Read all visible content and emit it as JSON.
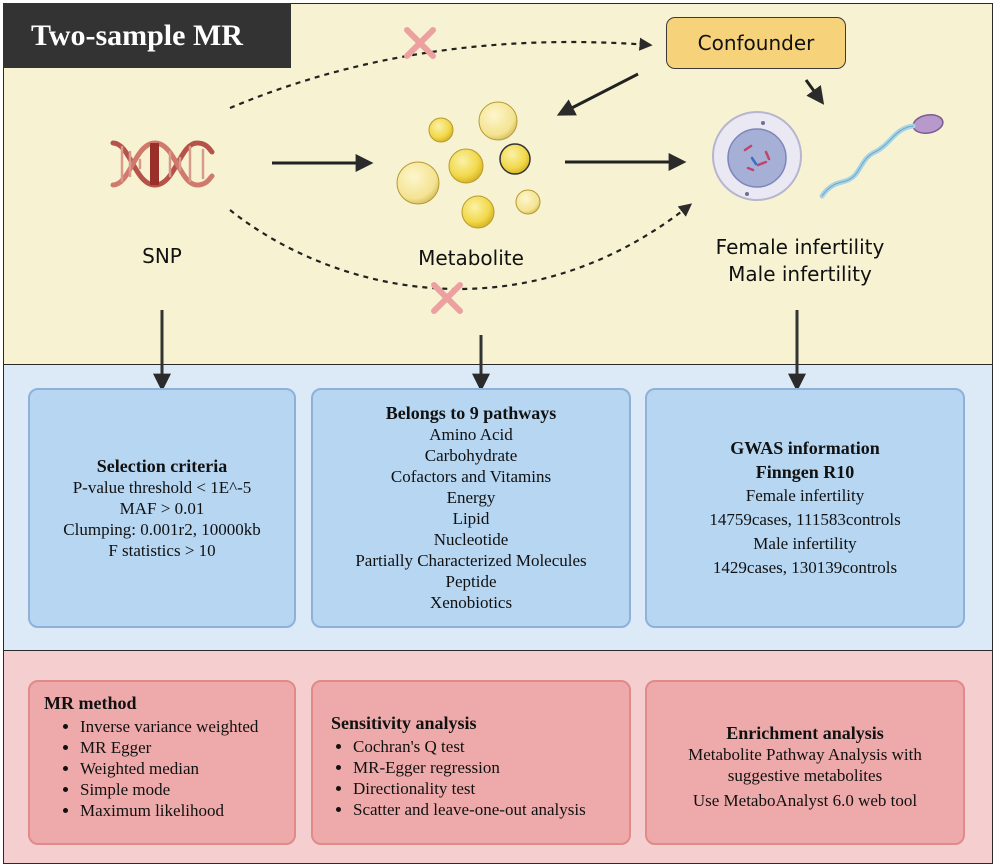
{
  "title": "Two-sample MR",
  "confounder_label": "Confounder",
  "nodes": {
    "snp": "SNP",
    "metabolite": "Metabolite",
    "outcome_lines": [
      "Female infertility",
      "Male infertility"
    ]
  },
  "cards": {
    "selection": {
      "heading": "Selection criteria",
      "lines": [
        "P-value threshold < 1E^-5",
        "MAF > 0.01",
        "Clumping: 0.001r2, 10000kb",
        "F statistics > 10"
      ]
    },
    "pathways": {
      "heading": "Belongs to 9 pathways",
      "lines": [
        "Amino Acid",
        "Carbohydrate",
        "Cofactors and Vitamins",
        "Energy",
        "Lipid",
        "Nucleotide",
        "Partially Characterized Molecules",
        "Peptide",
        "Xenobiotics"
      ]
    },
    "gwas": {
      "headings": [
        "GWAS information",
        "Finngen R10"
      ],
      "lines": [
        "Female infertility",
        "14759cases, 111583controls",
        "Male infertility",
        "1429cases, 130139controls"
      ]
    },
    "mr_method": {
      "heading": "MR method",
      "items": [
        "Inverse variance weighted",
        "MR Egger",
        "Weighted median",
        "Simple mode",
        "Maximum likelihood"
      ]
    },
    "sensitivity": {
      "heading": "Sensitivity analysis",
      "items": [
        "Cochran's Q test",
        "MR-Egger regression",
        "Directionality test",
        "Scatter and leave-one-out analysis"
      ]
    },
    "enrichment": {
      "heading": "Enrichment analysis",
      "lines": [
        "Metabolite Pathway Analysis with suggestive metabolites",
        "Use MetaboAnalyst 6.0 web tool"
      ]
    }
  },
  "colors": {
    "top_band": "#f7f3d2",
    "mid_band": "#dce9f6",
    "bottom_band": "#f5cfcf",
    "confounder_fill": "#f6d37a",
    "cross_mark": "#eda0a0",
    "metabolite_fill": "#f3dc55"
  },
  "icons": [
    "dna-icon",
    "metabolite-droplets-icon",
    "cell-icon",
    "sperm-icon",
    "cross-icon"
  ]
}
